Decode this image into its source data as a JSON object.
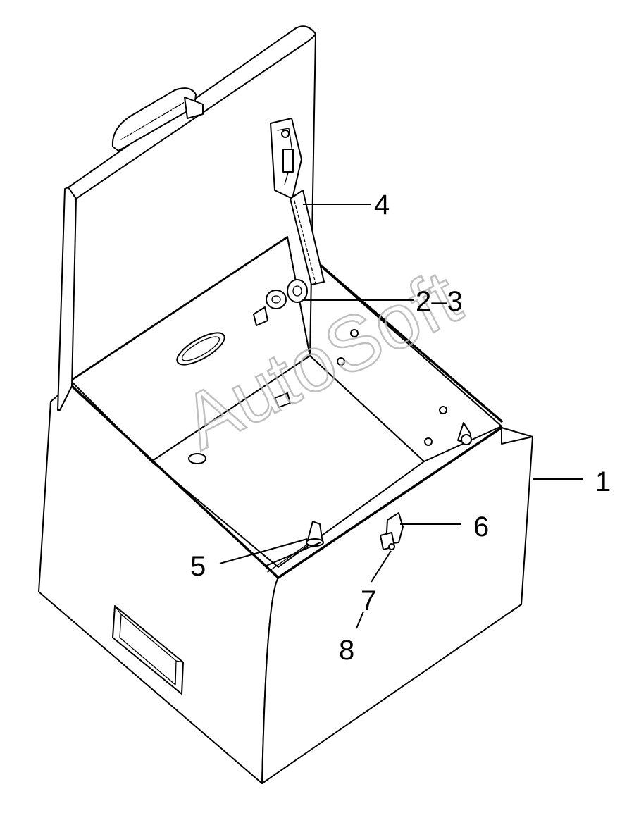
{
  "watermark": "AutoSoft",
  "callouts": [
    {
      "id": "1",
      "label": "1"
    },
    {
      "id": "2-3",
      "label": "2–3"
    },
    {
      "id": "4",
      "label": "4"
    },
    {
      "id": "5",
      "label": "5"
    },
    {
      "id": "6",
      "label": "6"
    },
    {
      "id": "7",
      "label": "7"
    },
    {
      "id": "8",
      "label": "8"
    }
  ]
}
